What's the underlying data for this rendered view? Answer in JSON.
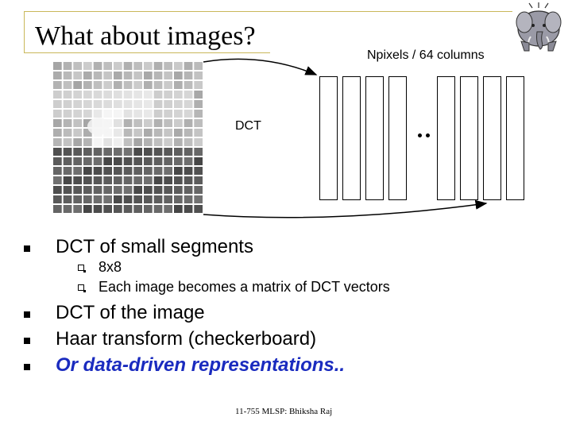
{
  "slide": {
    "title": "What about images?",
    "npixels_label": "Npixels / 64 columns",
    "dct_label": "DCT",
    "column_count": 8,
    "footer": "11-755 MLSP: Bhiksha Raj"
  },
  "bullets": [
    {
      "text": "DCT of small segments",
      "level": 1,
      "style": "normal",
      "children": [
        {
          "text": "8x8",
          "level": 2
        },
        {
          "text": "Each image becomes a matrix of DCT vectors",
          "level": 2
        }
      ]
    },
    {
      "text": "DCT of the image",
      "level": 1,
      "style": "normal"
    },
    {
      "text": "Haar transform (checkerboard)",
      "level": 1,
      "style": "normal"
    },
    {
      "text": "Or data-driven representations..",
      "level": 1,
      "style": "emphasis"
    }
  ],
  "colors": {
    "accent_line": "#c9b85a",
    "emphasis_text": "#1a2bbf"
  },
  "icons": {
    "logo": "elephant-logo-icon",
    "bullet_l1": "square-bullet-icon",
    "bullet_l2": "hollow-square-bullet-icon"
  }
}
